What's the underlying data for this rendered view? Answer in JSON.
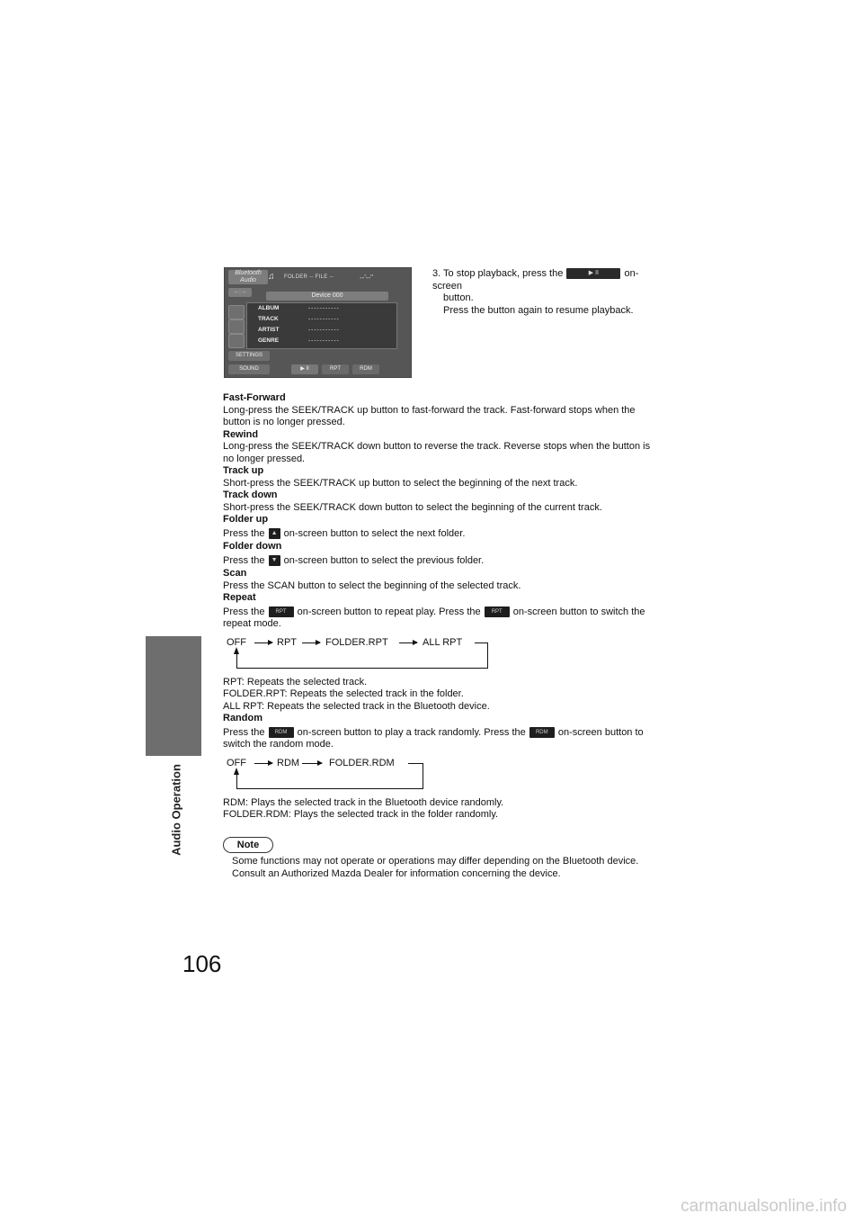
{
  "page": {
    "number": "106",
    "section": "Audio Operation",
    "watermark": "carmanualsonline.info"
  },
  "screen": {
    "title": "Bluetooth Audio",
    "mode": "-- : --",
    "folder_file": "FOLDER -- FILE --",
    "time": "--'--\"",
    "device": "Device 000",
    "rows": [
      {
        "label": "ALBUM",
        "value": "-----------"
      },
      {
        "label": "TRACK",
        "value": "-----------"
      },
      {
        "label": "ARTIST",
        "value": "-----------"
      },
      {
        "label": "GENRE",
        "value": "-----------"
      }
    ],
    "settings": "SETTINGS",
    "sound": "SOUND",
    "play_pause": "▶ II",
    "rpt": "RPT",
    "rdm": "RDM"
  },
  "step3": {
    "prefix": "3. To stop playback, press the",
    "suffix": "on-screen",
    "line2": "button.",
    "line3": "Press the button again to resume playback.",
    "button": "▶ II"
  },
  "sections": {
    "ff_title": "Fast-Forward",
    "ff_text": "Long-press the SEEK/TRACK up button to fast-forward the track. Fast-forward stops when the button is no longer pressed.",
    "rw_title": "Rewind",
    "rw_text": "Long-press the SEEK/TRACK down button to reverse the track. Reverse stops when the button is no longer pressed.",
    "tu_title": "Track up",
    "tu_text": "Short-press the SEEK/TRACK up button to select the beginning of the next track.",
    "td_title": "Track down",
    "td_text": "Short-press the SEEK/TRACK down button to select the beginning of the current track.",
    "fu_title": "Folder up",
    "fu_pre": "Press the",
    "fu_post": "on-screen button to select the next folder.",
    "fu_icon": "▲",
    "fd_title": "Folder down",
    "fd_pre": "Press the",
    "fd_post": "on-screen button to select the previous folder.",
    "fd_icon": "▼",
    "scan_title": "Scan",
    "scan_text": "Press the SCAN button to select the beginning of the selected track.",
    "rep_title": "Repeat",
    "rep_pre": "Press the",
    "rep_mid": "on-screen button to repeat play. Press the",
    "rep_post": "on-screen button to switch the repeat mode.",
    "rep_icon": "RPT",
    "rep_flow": [
      "OFF",
      "RPT",
      "FOLDER.RPT",
      "ALL RPT"
    ],
    "rep_def1": "RPT: Repeats the selected track.",
    "rep_def2": "FOLDER.RPT: Repeats the selected track in the folder.",
    "rep_def3": "ALL RPT: Repeats the selected track in the Bluetooth device.",
    "rdm_title": "Random",
    "rdm_pre": "Press the",
    "rdm_mid": "on-screen button to play a track randomly. Press the",
    "rdm_post": "on-screen button to switch the random mode.",
    "rdm_icon": "RDM",
    "rdm_flow": [
      "OFF",
      "RDM",
      "FOLDER.RDM"
    ],
    "rdm_def1": "RDM: Plays the selected track in the Bluetooth device randomly.",
    "rdm_def2": "FOLDER.RDM: Plays the selected track in the folder randomly."
  },
  "note": {
    "label": "Note",
    "line1": "Some functions may not operate or operations may differ depending on the Bluetooth device.",
    "line2": "Consult an Authorized Mazda Dealer for information concerning the device."
  }
}
